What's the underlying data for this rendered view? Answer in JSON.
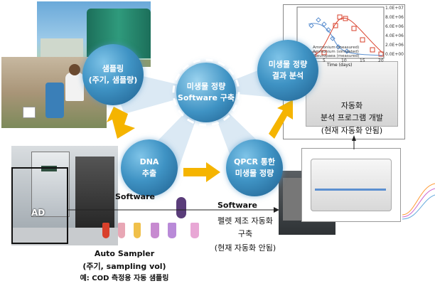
{
  "bubbles": {
    "sampling": {
      "line1": "샘플링",
      "line2": "(주기, 샘플량)"
    },
    "software": {
      "line1": "미생물 정량",
      "line2": "Software 구축"
    },
    "dna": {
      "line1": "DNA",
      "line2": "추출"
    },
    "qpcr": {
      "line1": "QPCR 통한",
      "line2": "미생물 정량"
    },
    "analysis": {
      "line1": "미생물 정량",
      "line2": "결과 분석"
    }
  },
  "right_panel": {
    "line1": "자동화",
    "line2": "분석 프로그램 개발",
    "line3": "(현재 자동화 안됨)"
  },
  "ad_label": "AD",
  "software_label_1": "Software",
  "software_label_2": "Software",
  "pellet": {
    "line1": "펠렛 제조 자동화",
    "line2": "구축",
    "line3": "(현재 자동화 안됨)"
  },
  "auto_sampler": {
    "line1": "Auto Sampler",
    "line2": "(주기, sampling vol)",
    "line3": "예: COD 측정용 자동 샘플링"
  },
  "plot": {
    "y_right_ticks": [
      "1.0E+07",
      "8.0E+06",
      "6.0E+06",
      "4.0E+06",
      "2.0E+06",
      "0.0E+00"
    ],
    "x_ticks": [
      "5",
      "10",
      "15",
      "20"
    ],
    "xlabel": "Time (days)",
    "legend": [
      "Ammonium (measured)",
      "Ammonium (simulated)",
      "N.europaea (measured)"
    ]
  },
  "colors": {
    "arrow": "#f5b400",
    "bubble": "#3f93c4",
    "red": "#d9402b"
  }
}
